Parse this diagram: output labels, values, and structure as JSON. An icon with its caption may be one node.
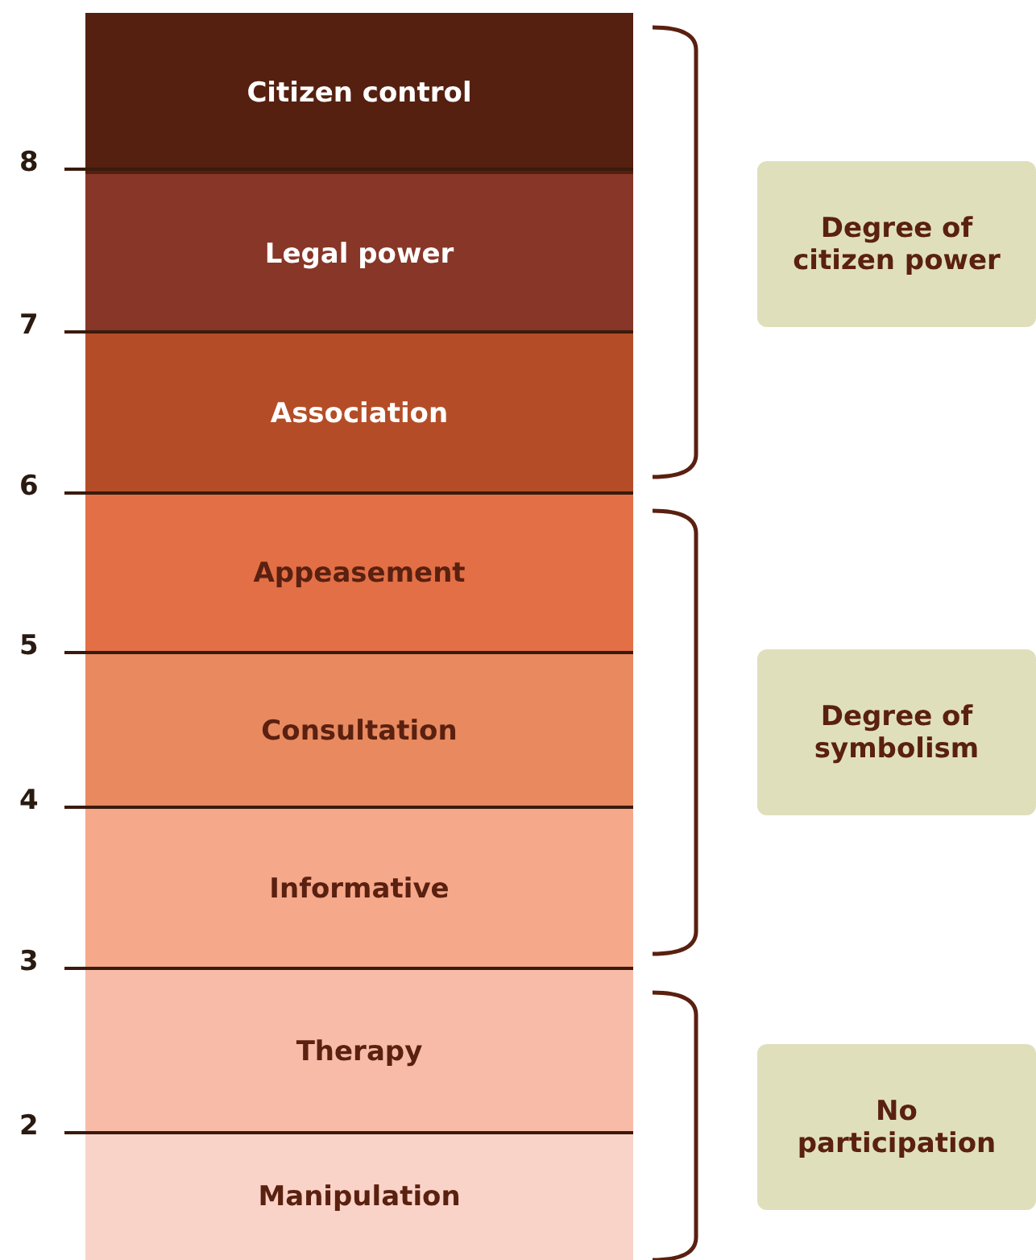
{
  "diagram": {
    "nodes": [
      {
        "text": [
          "Citizen control"
        ]
      },
      {
        "text": [
          "Legal power"
        ]
      },
      {
        "text": [
          "Association"
        ]
      },
      {
        "text": [
          "Appeasement"
        ]
      },
      {
        "text": [
          "Consultation"
        ]
      },
      {
        "text": [
          "Informative"
        ]
      },
      {
        "text": [
          "Therapy"
        ]
      },
      {
        "text": [
          "Manipulation"
        ]
      },
      {
        "text": [
          "Degree of citizen power"
        ]
      },
      {
        "text": [
          "Degree of symbolism"
        ]
      },
      {
        "text": [
          "No participation"
        ]
      }
    ],
    "labels": [
      "8",
      "7",
      "6",
      "5",
      "4",
      "3",
      "2"
    ]
  }
}
